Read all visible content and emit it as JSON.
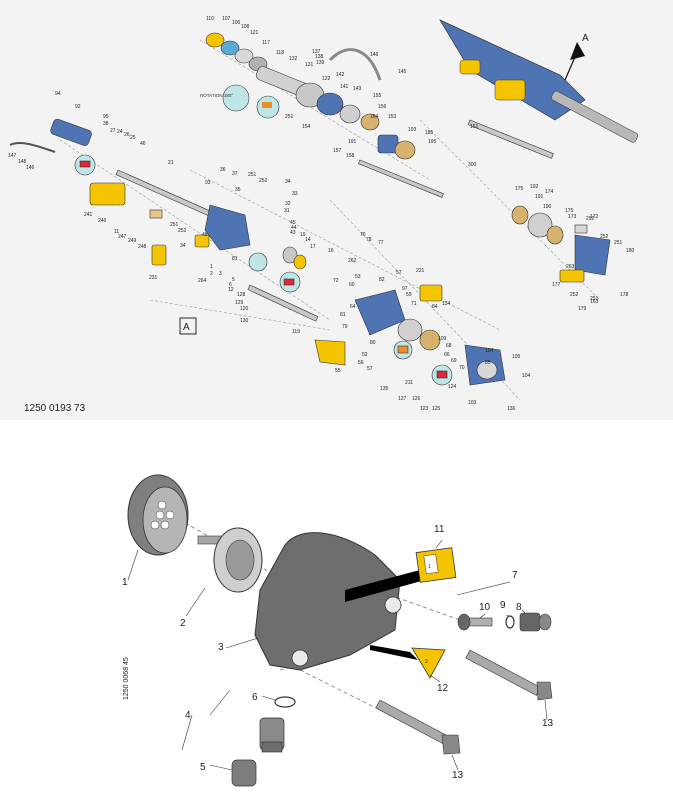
{
  "top_diagram": {
    "doc_number": "1250 0193 73",
    "view_box_label": "A",
    "view_arrow_label": "A",
    "rotation_note": "ROTATION 180°",
    "callouts": [
      "110",
      "107",
      "106",
      "108",
      "121",
      "117",
      "118",
      "132",
      "137",
      "138",
      "139",
      "131",
      "142",
      "122",
      "141",
      "143",
      "146",
      "145",
      "155",
      "156",
      "164",
      "153",
      "161",
      "193",
      "185",
      "195",
      "300",
      "251",
      "154",
      "157",
      "158",
      "191",
      "94",
      "92",
      "95",
      "38",
      "27",
      "24",
      "26",
      "25",
      "46",
      "147",
      "148",
      "146",
      "21",
      "36",
      "37",
      "35",
      "251",
      "252",
      "34",
      "32",
      "31",
      "33",
      "93",
      "241",
      "246",
      "11",
      "247",
      "249",
      "248",
      "231",
      "264",
      "251",
      "252",
      "48",
      "81",
      "34",
      "1",
      "2",
      "3",
      "5",
      "6",
      "12",
      "128",
      "129",
      "120",
      "130",
      "119",
      "45",
      "44",
      "43",
      "19",
      "14",
      "17",
      "16",
      "76",
      "78",
      "77",
      "262",
      "72",
      "60",
      "53",
      "82",
      "57",
      "221",
      "97",
      "59",
      "71",
      "84",
      "134",
      "64",
      "81",
      "79",
      "80",
      "52",
      "56",
      "57",
      "55",
      "211",
      "135",
      "127",
      "126",
      "123",
      "125",
      "124",
      "109",
      "68",
      "66",
      "69",
      "70",
      "85",
      "104",
      "105",
      "104",
      "103",
      "136",
      "175",
      "192",
      "174",
      "191",
      "190",
      "175",
      "173",
      "292",
      "172",
      "252",
      "251",
      "180",
      "263",
      "177",
      "252",
      "251",
      "178",
      "179",
      "163",
      "120",
      "128"
    ]
  },
  "bottom_diagram": {
    "vertical_code": "1250 0068 45",
    "callouts": [
      "1",
      "2",
      "3",
      "4",
      "5",
      "6",
      "7",
      "8",
      "9",
      "10",
      "11",
      "12",
      "13",
      "13"
    ],
    "decal_11": "1",
    "decal_12": "2"
  }
}
